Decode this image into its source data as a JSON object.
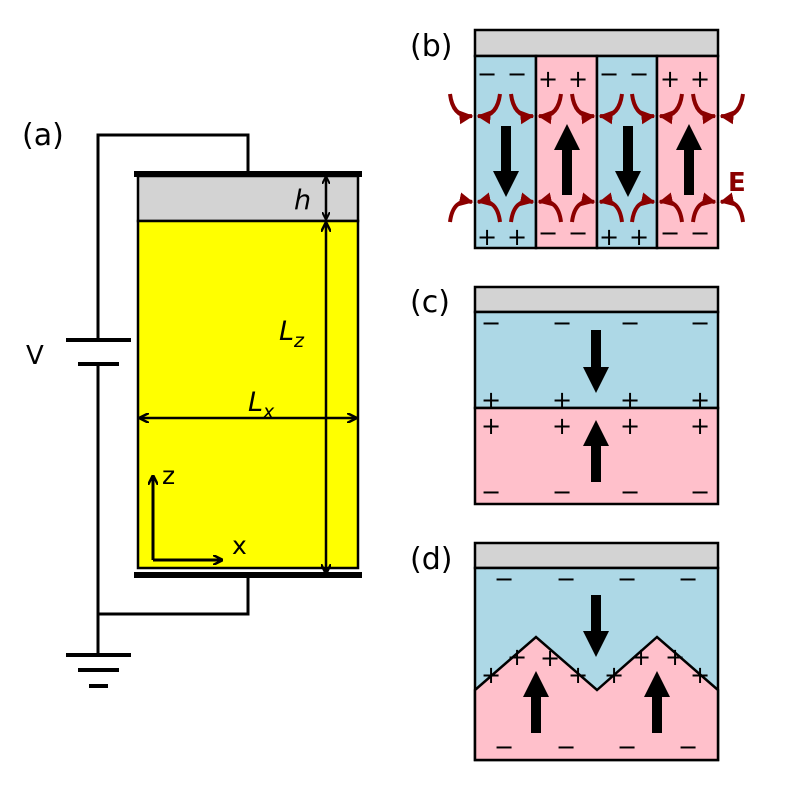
{
  "panels": {
    "a": {
      "label": "(a)",
      "voltage_label": "V",
      "h_label": "h",
      "lz_label": "L",
      "lz_sub": "z",
      "lx_label": "L",
      "lx_sub": "x",
      "z_axis": "z",
      "x_axis": "x"
    },
    "b": {
      "label": "(b)",
      "field_label": "E"
    },
    "c": {
      "label": "(c)"
    },
    "d": {
      "label": "(d)"
    }
  },
  "symbols": {
    "plus": "+",
    "minus": "−"
  },
  "colors": {
    "electrode": "#d3d3d3",
    "film": "#ffff00",
    "domain_down": "#add8e6",
    "domain_up": "#ffc0cb",
    "field_arrows": "#8b0000"
  }
}
